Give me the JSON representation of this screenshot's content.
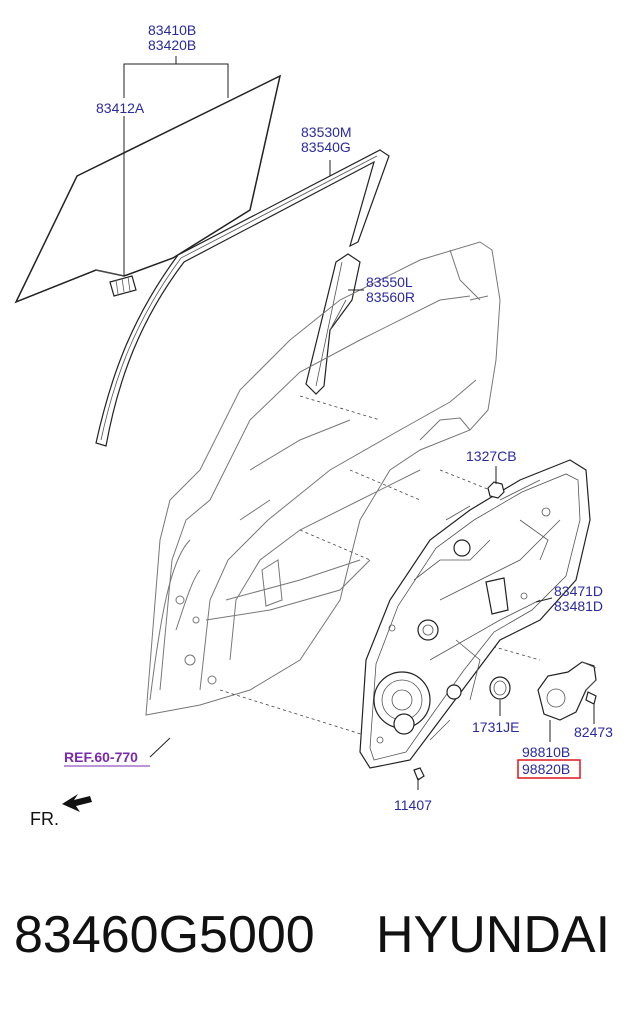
{
  "labels": {
    "glass": [
      "83410B",
      "83420B"
    ],
    "glass_clip": "83412A",
    "channel": [
      "83530M",
      "83540G"
    ],
    "guide": [
      "83550L",
      "83560R"
    ],
    "nut": "1327CB",
    "module_panel": [
      "83471D",
      "83481D"
    ],
    "plug": "1731JE",
    "motor": [
      "98810B",
      "98820B"
    ],
    "screw": "82473",
    "bolt": "11407",
    "reference": "REF.60-770",
    "front_marker": "FR."
  },
  "footer": {
    "part_number": "83460G5000",
    "brand": "HYUNDAI"
  },
  "colors": {
    "label_blue": "#2a2aa0",
    "ref_purple": "#7a2ab0",
    "highlight_red": "#e0141e"
  }
}
